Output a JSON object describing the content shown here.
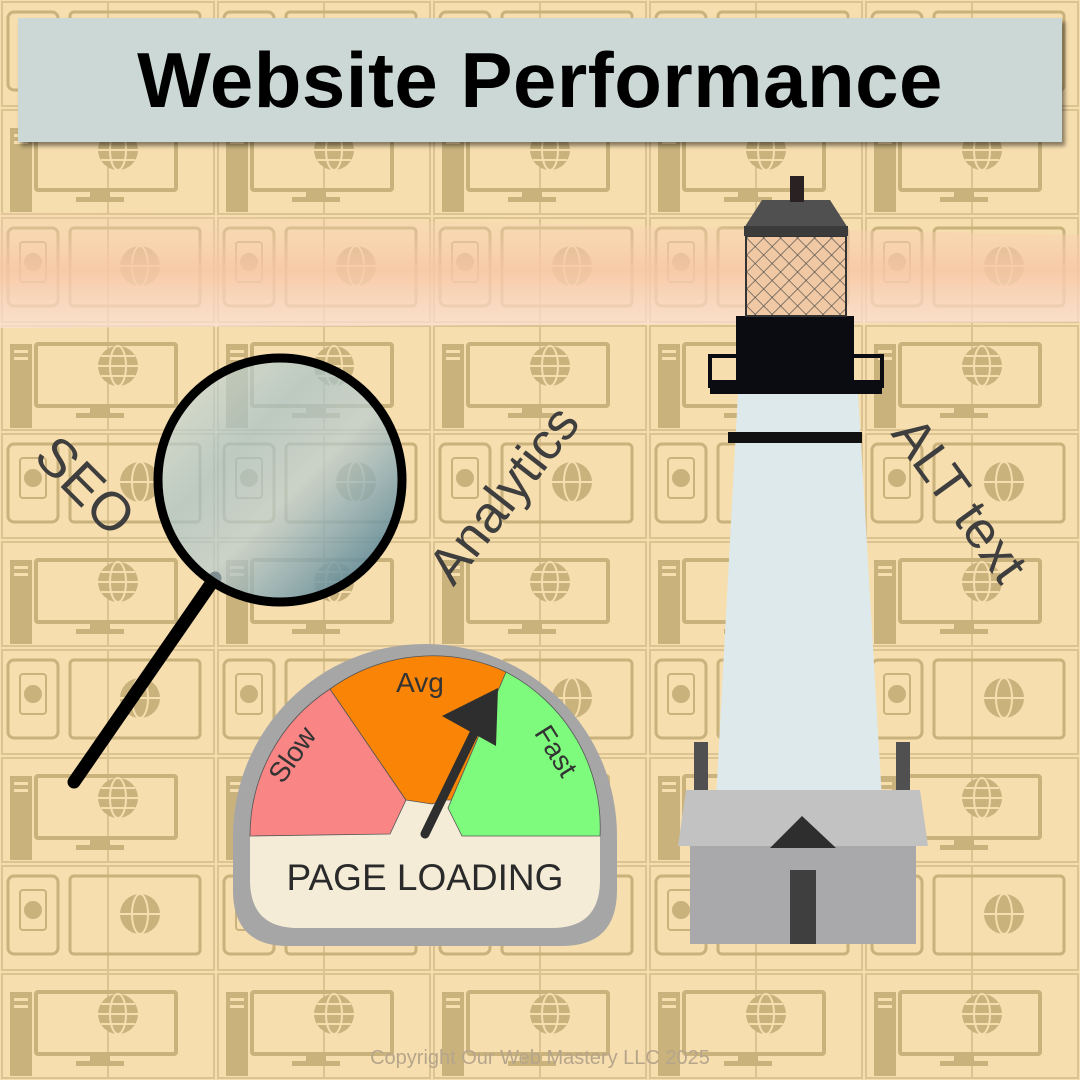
{
  "title": "Website Performance",
  "labels": {
    "seo": "SEO",
    "analytics": "Analytics",
    "alt_text": "ALT text"
  },
  "gauge": {
    "slow": "Slow",
    "avg": "Avg",
    "fast": "Fast",
    "caption": "PAGE LOADING"
  },
  "copyright": "Copyright Our Web Mastery LLC 2025",
  "colors": {
    "background": "#f7deae",
    "pattern": "#c9b27c",
    "banner": "#ccd8d6",
    "slow": "#f98585",
    "avg": "#f98405",
    "fast": "#7efb7c",
    "gauge_rim": "#a6a6a6",
    "lighthouse_tower": "#dde9ea"
  },
  "icons": [
    "desktop-computer-icon",
    "globe-icon",
    "smartphone-icon",
    "magnifying-glass-icon",
    "speedometer-gauge-icon",
    "lighthouse-icon"
  ]
}
